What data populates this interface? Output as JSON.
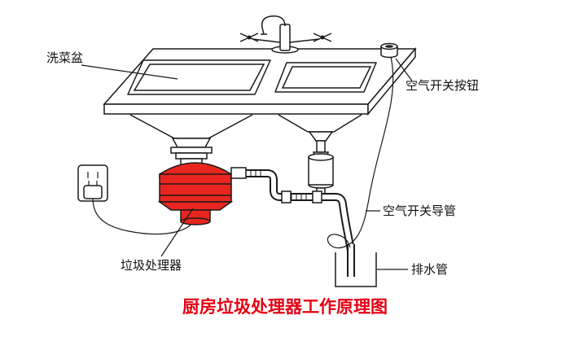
{
  "diagram": {
    "title": "厨房垃圾处理器工作原理图",
    "labels": {
      "sink": "洗菜盆",
      "air_switch_button": "空气开关按钮",
      "air_switch_conduit": "空气开关导管",
      "disposer": "垃圾处理器",
      "drain_pipe": "排水管"
    },
    "colors": {
      "disposer_body": "#e8261f",
      "title_text": "#e60012",
      "line": "#1a1a1a",
      "background": "#ffffff"
    }
  }
}
